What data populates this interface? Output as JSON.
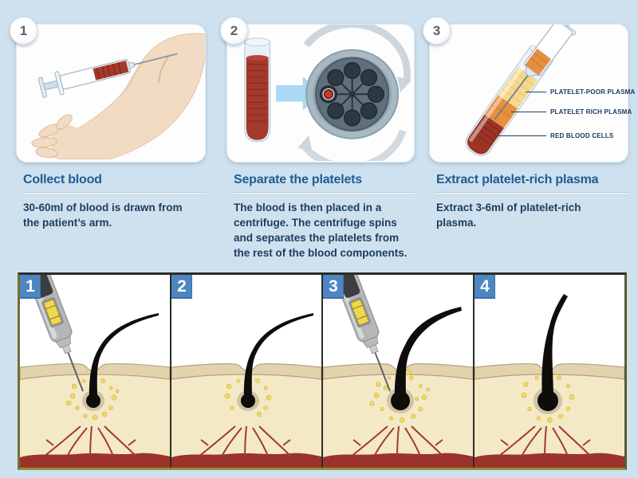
{
  "colors": {
    "page_background": "#cfe1ee",
    "title_blue": "#1e5c95",
    "body_text_navy": "#1c3c5e",
    "panel_number_blue": "#4d86c2",
    "blood_red": "#a5392c",
    "prp_orange": "#e78f3e",
    "plasma_pale_yellow": "#f6d88f",
    "skin_tone": "#f4e9c7",
    "dermis_red": "#9c332b",
    "prp_particle_yellow": "#f0db68"
  },
  "steps": [
    {
      "number": "1",
      "title": "Collect blood",
      "description": "30-60ml of blood is drawn from the patient’s arm."
    },
    {
      "number": "2",
      "title": "Separate the platelets",
      "description": "The blood is then placed in a centrifuge. The centrifuge spins and separates the platelets from the rest of the blood components."
    },
    {
      "number": "3",
      "title": "Extract platelet-rich plasma",
      "description": "Extract 3-6ml of platelet-rich plasma.",
      "tube_labels": [
        {
          "text": "PLATELET-POOR PLASMA"
        },
        {
          "text": "PLATELET RICH PLASMA"
        },
        {
          "text": "RED BLOOD CELLS"
        }
      ]
    }
  ],
  "procedure_panels": [
    {
      "number": "1",
      "injector": true,
      "hair": "thin",
      "dots": 14,
      "hx": 92,
      "bulb": 9
    },
    {
      "number": "2",
      "injector": false,
      "hair": "thin",
      "dots": 10,
      "hx": 96,
      "bulb": 9
    },
    {
      "number": "3",
      "injector": true,
      "hair": "thick",
      "dots": 17,
      "hx": 97,
      "bulb": 12
    },
    {
      "number": "4",
      "injector": false,
      "hair": "upright",
      "dots": 12,
      "hx": 92,
      "bulb": 13
    }
  ]
}
